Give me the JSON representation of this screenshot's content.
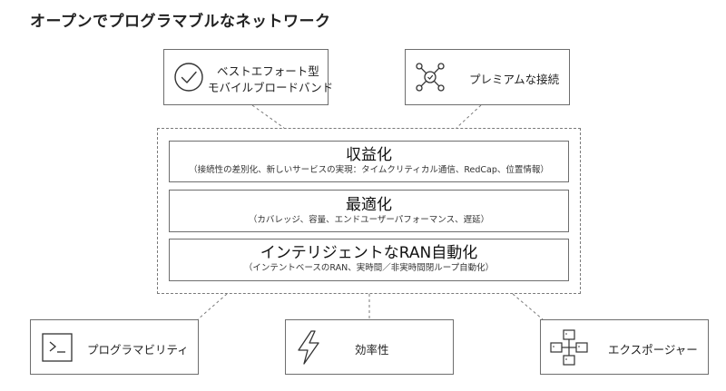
{
  "title": "オープンでプログラマブルなネットワーク",
  "top_boxes": [
    {
      "line1": "ベストエフォート型",
      "line2": "モバイルブロードバンド",
      "icon": "checkmark-circle-icon"
    },
    {
      "label": "プレミアムな接続",
      "icon": "network-hub-icon"
    }
  ],
  "layers": [
    {
      "title": "収益化",
      "subtitle": "（接続性の差別化、新しいサービスの実現：タイムクリティカル通信、RedCap、位置情報）"
    },
    {
      "title": "最適化",
      "subtitle": "（カバレッジ、容量、エンドユーザーパフォーマンス、遅延）"
    },
    {
      "title": "インテリジェントなRAN自動化",
      "subtitle": "（インテントベースのRAN、実時間／非実時間閉ループ自動化）"
    }
  ],
  "bottom_boxes": [
    {
      "label": "プログラマビリティ",
      "icon": "terminal-icon"
    },
    {
      "label": "効率性",
      "icon": "lightning-bolt-icon"
    },
    {
      "label": "エクスポージャー",
      "icon": "node-diagram-icon"
    }
  ],
  "colors": {
    "border": "#6e6e6e",
    "text": "#1a1a1a"
  }
}
